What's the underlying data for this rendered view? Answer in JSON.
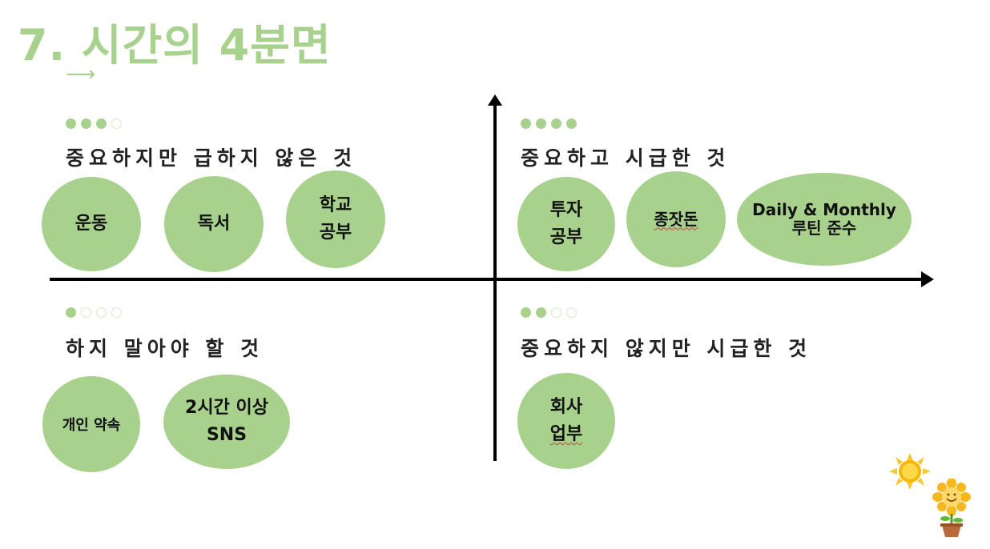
{
  "title": "7. 시간의 4분면",
  "title_arrow": "⟶",
  "colors": {
    "accent": "#a9d18e",
    "axis": "#000000",
    "text": "#222222"
  },
  "quadrants": {
    "top_left": {
      "importance_dots": 3,
      "label": "중요하지만 급하지 않은 것",
      "items": [
        {
          "lines": [
            "운동"
          ]
        },
        {
          "lines": [
            "독서"
          ]
        },
        {
          "lines": [
            "학교",
            "공부"
          ]
        }
      ]
    },
    "top_right": {
      "importance_dots": 4,
      "label": "중요하고 시급한 것",
      "items": [
        {
          "lines": [
            "투자",
            "공부"
          ]
        },
        {
          "lines": [
            "종잣돈"
          ]
        },
        {
          "lines": [
            "Daily & Monthly",
            "루틴 준수"
          ]
        }
      ]
    },
    "bottom_left": {
      "importance_dots": 1,
      "label": "하지 말아야 할 것",
      "items": [
        {
          "lines": [
            "개인 약속"
          ]
        },
        {
          "lines": [
            "2시간 이상",
            "SNS"
          ]
        }
      ]
    },
    "bottom_right": {
      "importance_dots": 2,
      "label": "중요하지 않지만 시급한 것",
      "items": [
        {
          "lines": [
            "회사",
            "업부"
          ]
        }
      ]
    }
  },
  "decorations": [
    "sun-icon",
    "sunflower-pot-icon"
  ]
}
